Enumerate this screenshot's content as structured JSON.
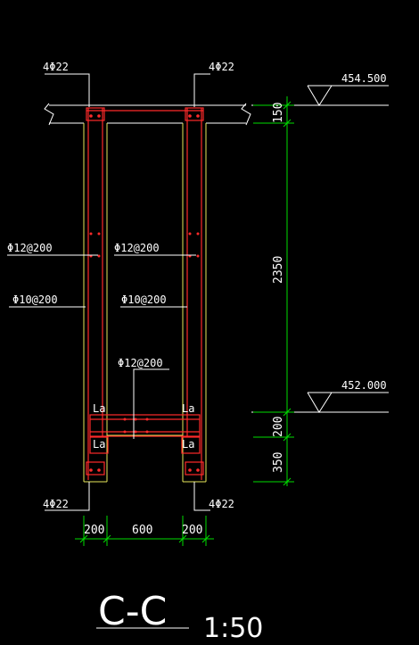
{
  "labels": {
    "top_left_bars": "4Φ22",
    "top_right_bars": "4Φ22",
    "bottom_left_bars": "4Φ22",
    "bottom_right_bars": "4Φ22",
    "horiz_bars_left": "Φ12@200",
    "horiz_bars_mid": "Φ12@200",
    "stirrup_left": "Φ10@200",
    "stirrup_mid": "Φ10@200",
    "beam_bars": "Φ12@200",
    "la_1": "La",
    "la_2": "La",
    "la_3": "La",
    "la_4": "La"
  },
  "elevations": {
    "top": "454.500",
    "bottom": "452.000"
  },
  "dimensions": {
    "v_150": "150",
    "v_2350": "2350",
    "v_200": "200",
    "v_350": "350",
    "h_200_left": "200",
    "h_600": "600",
    "h_200_right": "200"
  },
  "title": {
    "section": "C-C",
    "scale": "1:50"
  },
  "colors": {
    "background": "#000000",
    "outline": "#e8e85a",
    "rebar": "#ff2a2a",
    "dimension": "#00dd00",
    "text": "#ffffff",
    "leader": "#ffffff"
  }
}
